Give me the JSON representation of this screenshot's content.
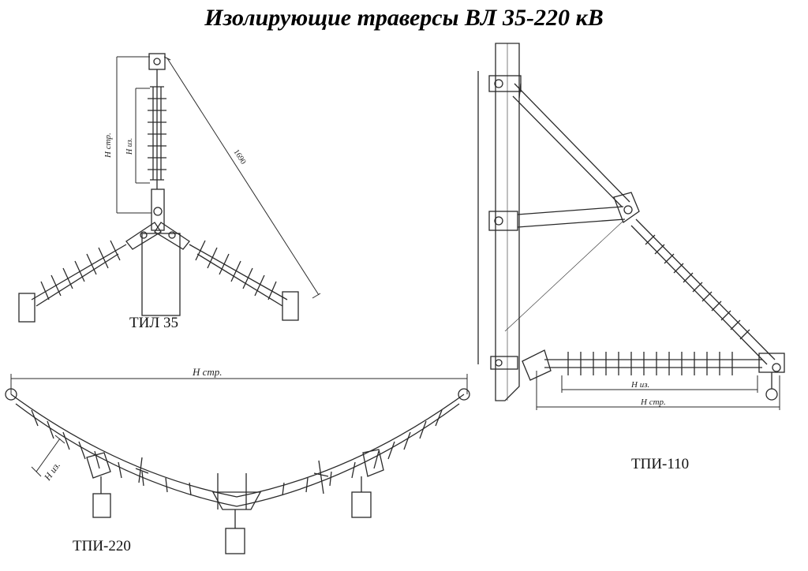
{
  "title": "Изолирующие траверсы ВЛ 35-220 кВ",
  "diagrams": {
    "til35": {
      "label": "ТИЛ 35",
      "dim_total": "Н стр.",
      "dim_insulator": "Н из.",
      "dim_length": "1690"
    },
    "tpi110": {
      "label": "ТПИ-110",
      "dim_insulator": "Н из.",
      "dim_total": "Н стр."
    },
    "tpi220": {
      "label": "ТПИ-220",
      "dim_total": "Н стр.",
      "dim_insulator": "Н из."
    }
  },
  "colors": {
    "ink": "#2a2a2a",
    "paper": "#ffffff"
  }
}
